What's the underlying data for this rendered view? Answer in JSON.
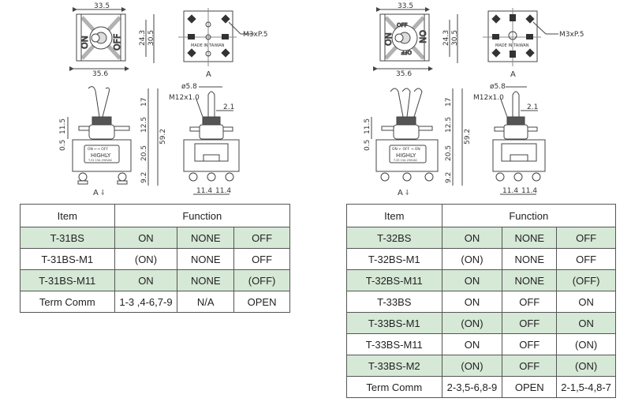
{
  "left": {
    "top_view": {
      "width_top": "33.5",
      "width_bottom": "35.6",
      "height_inner": "24.3",
      "height_outer": "30.5",
      "label_on": "ON",
      "label_off": "OFF"
    },
    "bottom_view": {
      "screw_label": "M3xP.5",
      "stamp": "MADE IN TAIWAN",
      "view_label": "A"
    },
    "side_view": {
      "dim_lever": "17",
      "dim_bushing_left": "11.5",
      "dim_bushing": "12.5",
      "dim_total": "59.2",
      "dim_body": "20.5",
      "dim_gap": "0.5",
      "dim_terminal": "9.2",
      "view_arrow_label": "A",
      "plate": {
        "positions": "ON ←→ OFF",
        "brand": "HIGHLY",
        "rating": "T-31 15A 250VAC"
      }
    },
    "end_view": {
      "dia": "ø5.8",
      "thread": "M12x1.0",
      "dim_small": "2.1",
      "pitch_a": "11.4",
      "pitch_b": "11.4"
    },
    "table": {
      "headers": [
        "Item",
        "Function"
      ],
      "rows": [
        {
          "item": "T-31BS",
          "f1": "ON",
          "f2": "NONE",
          "f3": "OFF",
          "shaded": true
        },
        {
          "item": "T-31BS-M1",
          "f1": "(ON)",
          "f2": "NONE",
          "f3": "OFF",
          "shaded": false
        },
        {
          "item": "T-31BS-M11",
          "f1": "ON",
          "f2": "NONE",
          "f3": "(OFF)",
          "shaded": true
        },
        {
          "item": "Term Comm",
          "f1": "1-3 ,4-6,7-9",
          "f2": "N/A",
          "f3": "OPEN",
          "shaded": false
        }
      ]
    }
  },
  "right": {
    "top_view": {
      "width_top": "33.5",
      "width_bottom": "35.6",
      "height_inner": "24.3",
      "height_outer": "30.5",
      "label_on": "ON",
      "label_off": "OFF"
    },
    "bottom_view": {
      "screw_label": "M3xP.5",
      "stamp": "MADE IN TAIWAN",
      "view_label": "A"
    },
    "side_view": {
      "dim_lever": "17",
      "dim_bushing_left": "11.5",
      "dim_bushing": "12.5",
      "dim_total": "59.2",
      "dim_body": "20.5",
      "dim_gap": "0.5",
      "dim_terminal": "9.2",
      "view_arrow_label": "A",
      "plate": {
        "positions": "ON ← OFF → ON",
        "brand": "HIGHLY",
        "rating": "T-33 15A 250VAC"
      }
    },
    "end_view": {
      "dia": "ø5.8",
      "thread": "M12x1.0",
      "dim_small": "2.1",
      "pitch_a": "11.4",
      "pitch_b": "11.4"
    },
    "table": {
      "headers": [
        "Item",
        "Function"
      ],
      "rows": [
        {
          "item": "T-32BS",
          "f1": "ON",
          "f2": "NONE",
          "f3": "OFF",
          "shaded": true
        },
        {
          "item": "T-32BS-M1",
          "f1": "(ON)",
          "f2": "NONE",
          "f3": "OFF",
          "shaded": false
        },
        {
          "item": "T-32BS-M11",
          "f1": "ON",
          "f2": "NONE",
          "f3": "(OFF)",
          "shaded": true
        },
        {
          "item": "T-33BS",
          "f1": "ON",
          "f2": "OFF",
          "f3": "ON",
          "shaded": false
        },
        {
          "item": "T-33BS-M1",
          "f1": "(ON)",
          "f2": "OFF",
          "f3": "ON",
          "shaded": true
        },
        {
          "item": "T-33BS-M11",
          "f1": "ON",
          "f2": "OFF",
          "f3": "(ON)",
          "shaded": false
        },
        {
          "item": "T-33BS-M2",
          "f1": "(ON)",
          "f2": "OFF",
          "f3": "(ON)",
          "shaded": true
        },
        {
          "item": "Term Comm",
          "f1": "2-3,5-6,8-9",
          "f2": "OPEN",
          "f3": "2-1,5-4,8-7",
          "shaded": false
        }
      ]
    }
  },
  "colors": {
    "shade": "#d6e8d6",
    "line": "#555555"
  }
}
